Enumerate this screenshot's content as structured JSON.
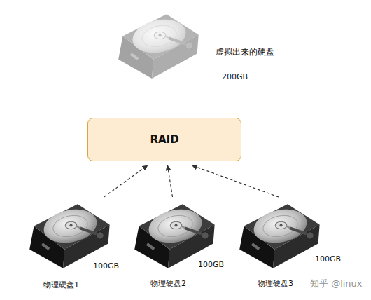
{
  "diagram": {
    "nodes": [
      {
        "text": [
          "虚拟出来的硬盘",
          "200GB"
        ]
      },
      {
        "text": [
          "RAID"
        ]
      },
      {
        "text": [
          "100GB",
          "物理硬盘1"
        ]
      },
      {
        "text": [
          "100GB",
          "物理硬盘2"
        ]
      },
      {
        "text": [
          "100GB",
          "物理硬盘3"
        ]
      }
    ],
    "edges": [
      {
        "from": 2,
        "to": 1,
        "arrow": "to"
      },
      {
        "from": 3,
        "to": 1,
        "arrow": "to"
      },
      {
        "from": 4,
        "to": 1,
        "arrow": "to"
      }
    ],
    "labels": [
      "知乎 @linux"
    ]
  }
}
